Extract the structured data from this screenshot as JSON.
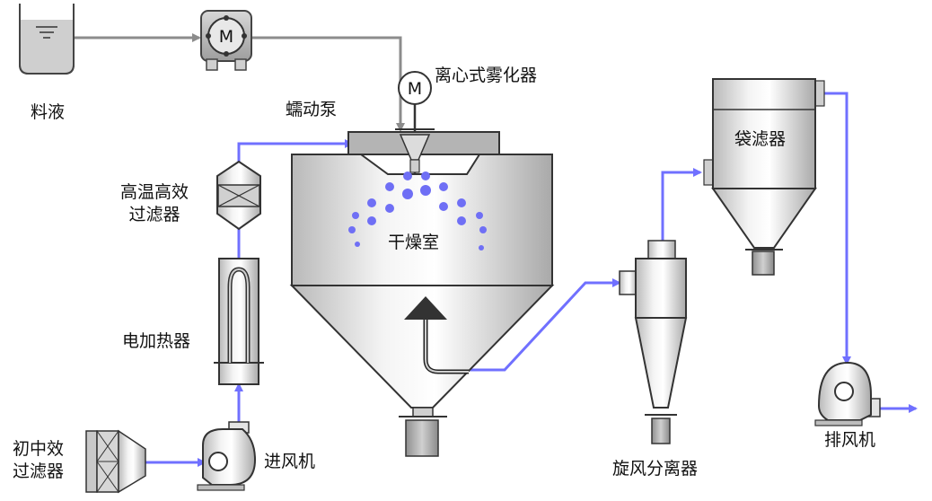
{
  "labels": {
    "feed_liquid": "料液",
    "peristaltic_pump": "蠕动泵",
    "centrifugal_atomizer": "离心式雾化器",
    "drying_chamber": "干燥室",
    "hepa_filter": "高温高效\n过滤器",
    "electric_heater": "电加热器",
    "primary_filter": "初中效\n过滤器",
    "inlet_fan": "进风机",
    "cyclone_separator": "旋风分离器",
    "bag_filter": "袋滤器",
    "exhaust_fan": "排风机"
  },
  "motor_symbol": "M",
  "colors": {
    "air_line": "#7070ff",
    "liquid_line": "#8c8c8c",
    "droplet": "#6f6ff5",
    "outline": "#222222"
  }
}
